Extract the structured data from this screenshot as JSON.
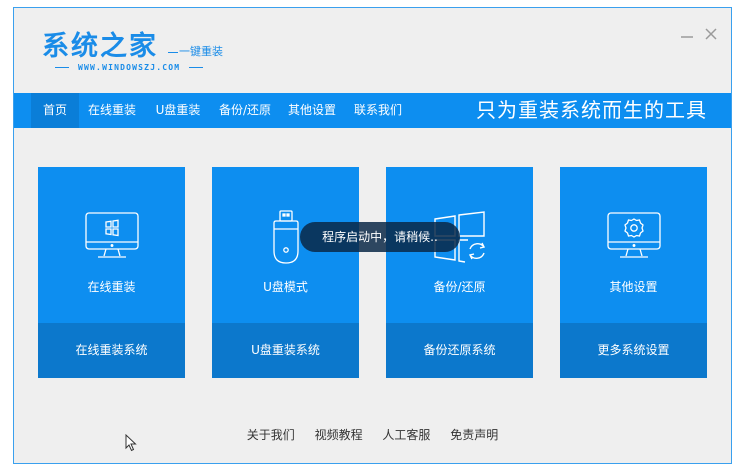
{
  "app": {
    "logo_title": "系统之家",
    "logo_subtitle": "一键重装",
    "logo_url": "WWW.WINDOWSZJ.COM",
    "minimize_label": "—",
    "close_label": "✕"
  },
  "nav": {
    "items": [
      {
        "label": "首页",
        "active": true
      },
      {
        "label": "在线重装"
      },
      {
        "label": "U盘重装"
      },
      {
        "label": "备份/还原"
      },
      {
        "label": "其他设置"
      },
      {
        "label": "联系我们"
      }
    ],
    "slogan": "只为重装系统而生的工具"
  },
  "cards": [
    {
      "icon": "monitor-windows-icon",
      "title": "在线重装",
      "action": "在线重装系统"
    },
    {
      "icon": "usb-drive-icon",
      "title": "U盘模式",
      "action": "U盘重装系统"
    },
    {
      "icon": "windows-restore-icon",
      "title": "备份/还原",
      "action": "备份还原系统"
    },
    {
      "icon": "monitor-gear-icon",
      "title": "其他设置",
      "action": "更多系统设置"
    }
  ],
  "toast": {
    "message": "程序启动中，请稍候.."
  },
  "footer": {
    "links": [
      "关于我们",
      "视频教程",
      "人工客服",
      "免责声明"
    ]
  },
  "colors": {
    "accent": "#0d8ef0",
    "accent_dark": "#0c78cc",
    "background": "#efefef",
    "border": "#3aa0ee"
  }
}
